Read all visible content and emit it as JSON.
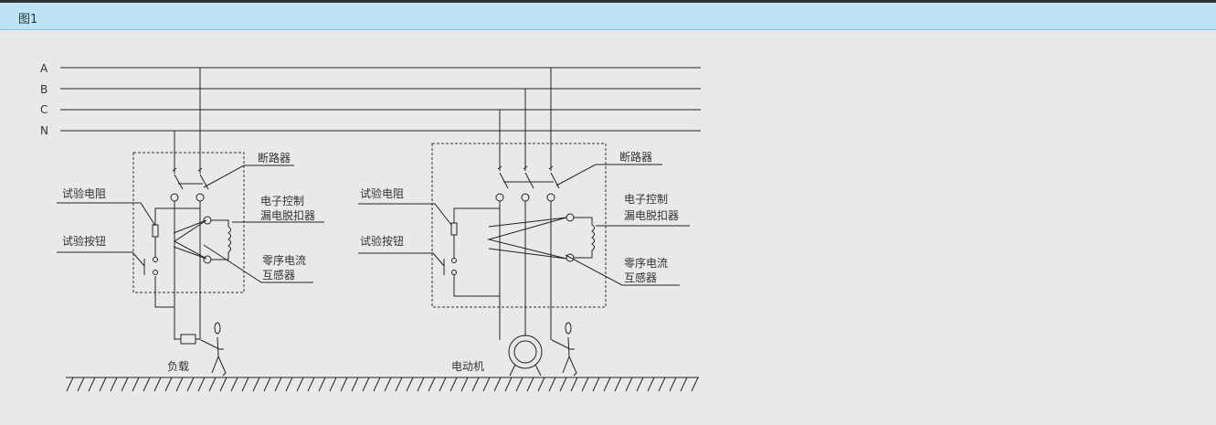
{
  "figure": {
    "title": "图1"
  },
  "bus_labels": [
    "A",
    "B",
    "C",
    "N"
  ],
  "left_circuit": {
    "breaker_label": "断路器",
    "release_label_line1": "电子控制",
    "release_label_line2": "漏电脱扣器",
    "transformer_label_line1": "零序电流",
    "transformer_label_line2": "互感器",
    "test_resistor_label": "试验电阻",
    "test_button_label": "试验按钮",
    "load_label": "负载"
  },
  "right_circuit": {
    "breaker_label": "断路器",
    "release_label_line1": "电子控制",
    "release_label_line2": "漏电脱扣器",
    "transformer_label_line1": "零序电流",
    "transformer_label_line2": "互感器",
    "test_resistor_label": "试验电阻",
    "test_button_label": "试验按钮",
    "motor_label": "电动机"
  }
}
